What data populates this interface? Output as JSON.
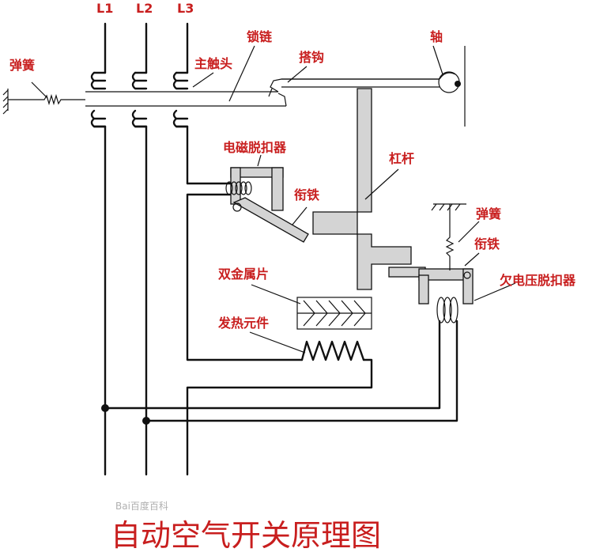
{
  "phase_labels": [
    "L1",
    "L2",
    "L3"
  ],
  "component_labels": {
    "spring_left": "弹簧",
    "main_contact": "主触头",
    "lock_chain": "锁链",
    "hook": "搭钩",
    "shaft": "轴",
    "electromagnetic_release": "电磁脱扣器",
    "armature_1": "衔铁",
    "lever": "杠杆",
    "spring_right": "弹簧",
    "armature_2": "衔铁",
    "undervoltage_release": "欠电压脱扣器",
    "bimetal_strip": "双金属片",
    "heating_element": "发热元件"
  },
  "title": "自动空气开关原理图",
  "watermark": "Bai百度百科",
  "colors": {
    "label": "#c81e1e",
    "line": "#111111",
    "part_fill": "#d4d4d4"
  }
}
